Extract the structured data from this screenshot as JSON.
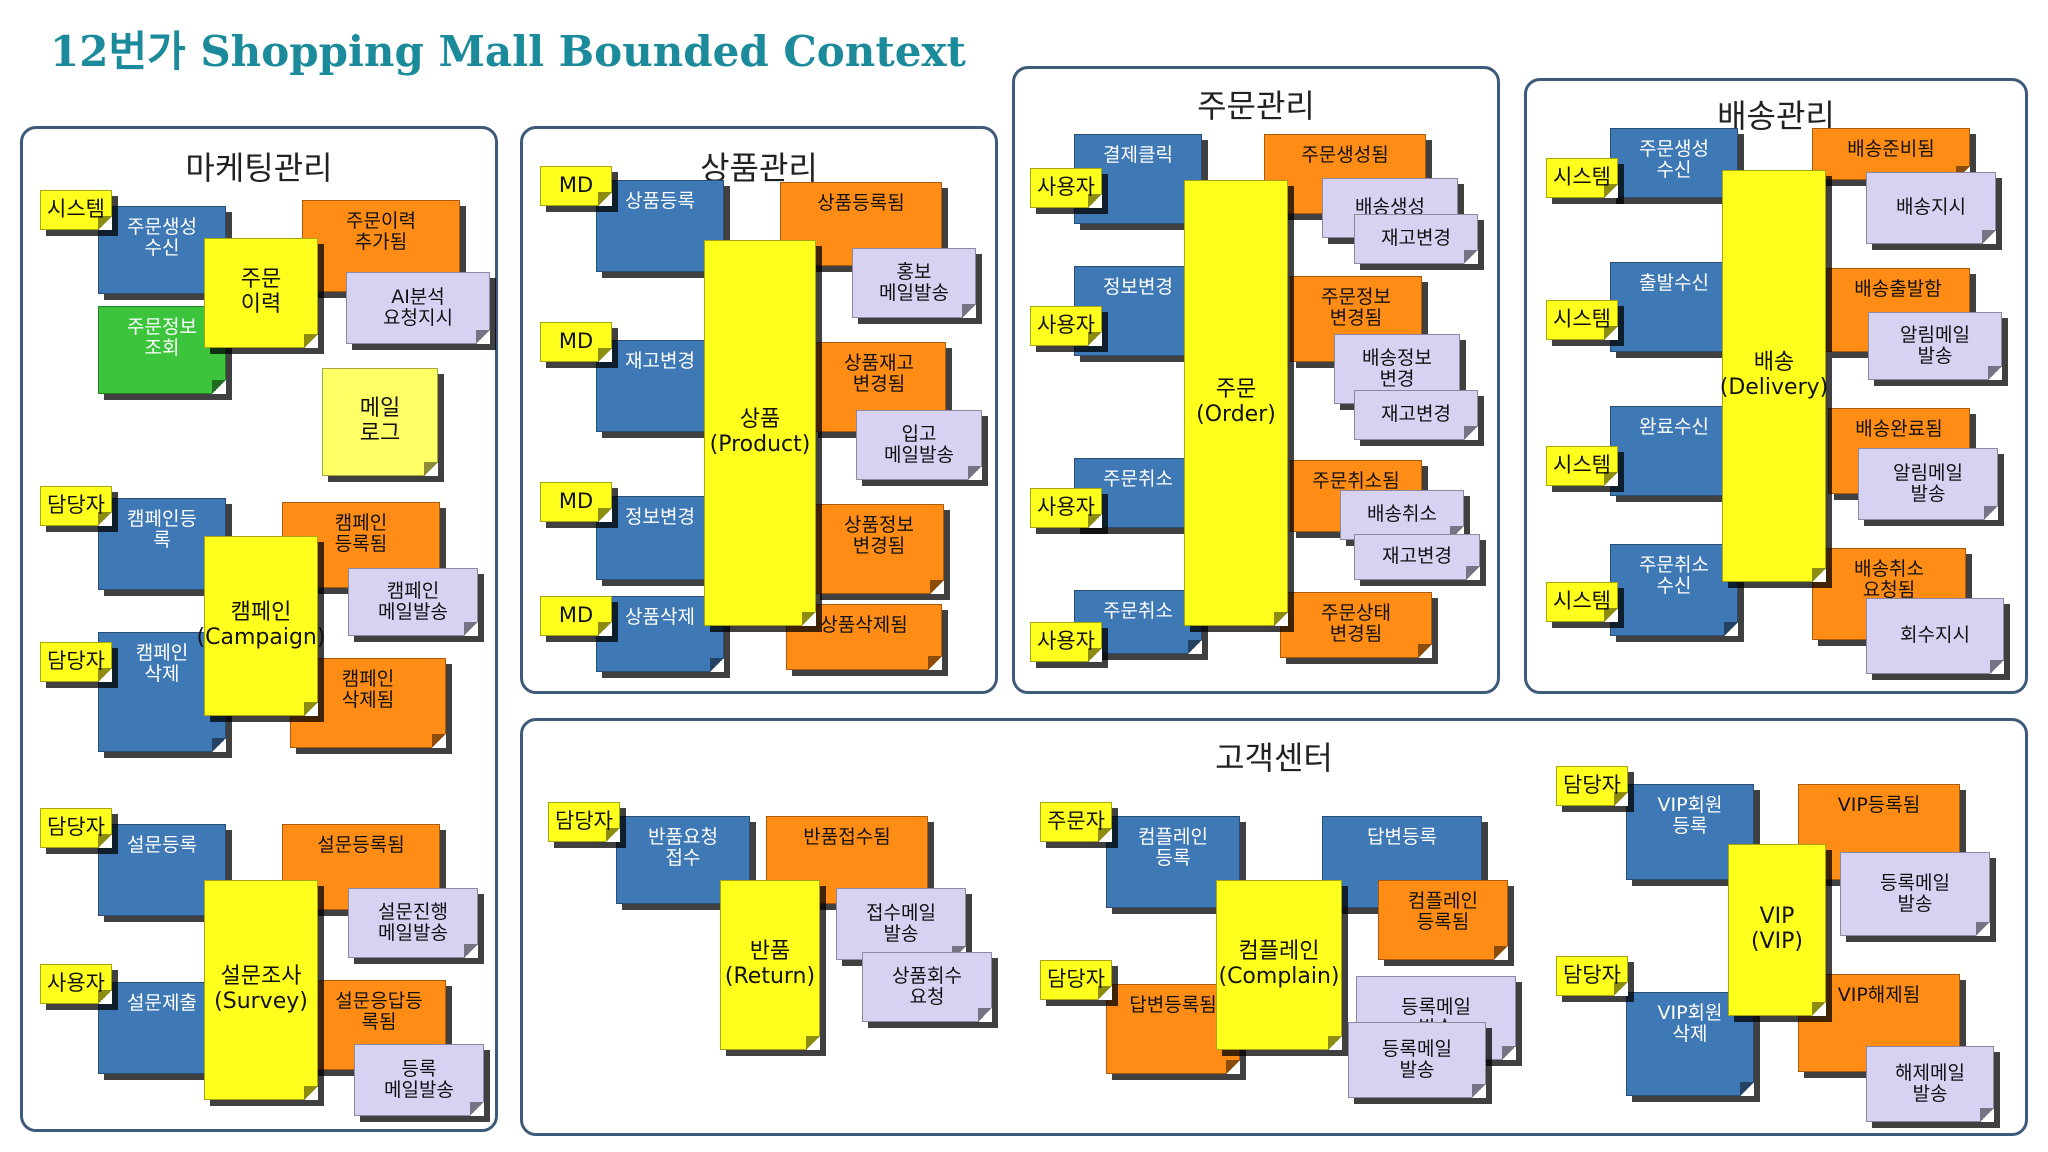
{
  "title": "12번가 Shopping Mall Bounded Context",
  "colors": {
    "command": "#3f79b5",
    "event": "#ff8c14",
    "policy": "#d8d2f2",
    "aggregate": "#ffff1e",
    "readmodel": "#3cc43c",
    "border": "#3e5a7a",
    "title": "#1b8a9b"
  },
  "contexts": [
    {
      "id": "marketing",
      "title": "마케팅관리"
    },
    {
      "id": "product",
      "title": "상품관리"
    },
    {
      "id": "order",
      "title": "주문관리"
    },
    {
      "id": "delivery",
      "title": "배송관리"
    },
    {
      "id": "customer",
      "title": "고객센터"
    }
  ],
  "notes": [
    {
      "ctx": "marketing",
      "type": "blue",
      "text": "주문생성\n수신"
    },
    {
      "ctx": "marketing",
      "type": "green",
      "text": "주문정보\n조회"
    },
    {
      "ctx": "marketing",
      "type": "orange",
      "text": "주문이력\n추가됨"
    },
    {
      "ctx": "marketing",
      "type": "purple",
      "text": "AI분석\n요청지시"
    },
    {
      "ctx": "marketing",
      "type": "yellow",
      "text": "주문\n이력"
    },
    {
      "ctx": "marketing",
      "type": "actor",
      "text": "시스템"
    },
    {
      "ctx": "marketing",
      "type": "mail",
      "text": "메일\n로그"
    },
    {
      "ctx": "marketing",
      "type": "blue",
      "text": "캠페인등\n록"
    },
    {
      "ctx": "marketing",
      "type": "blue",
      "text": "캠페인\n삭제"
    },
    {
      "ctx": "marketing",
      "type": "orange",
      "text": "캠페인\n등록됨"
    },
    {
      "ctx": "marketing",
      "type": "orange",
      "text": "캠페인\n삭제됨"
    },
    {
      "ctx": "marketing",
      "type": "purple",
      "text": "캠페인\n메일발송"
    },
    {
      "ctx": "marketing",
      "type": "yellow",
      "text": "캠페인\n(Campaign)"
    },
    {
      "ctx": "marketing",
      "type": "actor",
      "text": "담당자"
    },
    {
      "ctx": "marketing",
      "type": "actor",
      "text": "담당자"
    },
    {
      "ctx": "marketing",
      "type": "blue",
      "text": "설문등록"
    },
    {
      "ctx": "marketing",
      "type": "blue",
      "text": "설문제출"
    },
    {
      "ctx": "marketing",
      "type": "orange",
      "text": "설문등록됨"
    },
    {
      "ctx": "marketing",
      "type": "orange",
      "text": "설문응답등\n록됨"
    },
    {
      "ctx": "marketing",
      "type": "purple",
      "text": "설문진행\n메일발송"
    },
    {
      "ctx": "marketing",
      "type": "purple",
      "text": "등록\n메일발송"
    },
    {
      "ctx": "marketing",
      "type": "yellow",
      "text": "설문조사\n(Survey)"
    },
    {
      "ctx": "marketing",
      "type": "actor",
      "text": "담당자"
    },
    {
      "ctx": "marketing",
      "type": "actor",
      "text": "사용자"
    },
    {
      "ctx": "product",
      "type": "blue",
      "text": "상품등록"
    },
    {
      "ctx": "product",
      "type": "blue",
      "text": "재고변경"
    },
    {
      "ctx": "product",
      "type": "blue",
      "text": "정보변경"
    },
    {
      "ctx": "product",
      "type": "blue",
      "text": "상품삭제"
    },
    {
      "ctx": "product",
      "type": "orange",
      "text": "상품등록됨"
    },
    {
      "ctx": "product",
      "type": "orange",
      "text": "상품재고\n변경됨"
    },
    {
      "ctx": "product",
      "type": "orange",
      "text": "상품정보\n변경됨"
    },
    {
      "ctx": "product",
      "type": "orange",
      "text": "상품삭제됨"
    },
    {
      "ctx": "product",
      "type": "purple",
      "text": "홍보\n메일발송"
    },
    {
      "ctx": "product",
      "type": "purple",
      "text": "입고\n메일발송"
    },
    {
      "ctx": "product",
      "type": "yellow",
      "text": "상품\n(Product)"
    },
    {
      "ctx": "product",
      "type": "actor",
      "text": "MD"
    },
    {
      "ctx": "product",
      "type": "actor",
      "text": "MD"
    },
    {
      "ctx": "product",
      "type": "actor",
      "text": "MD"
    },
    {
      "ctx": "product",
      "type": "actor",
      "text": "MD"
    },
    {
      "ctx": "order",
      "type": "blue",
      "text": "결제클릭"
    },
    {
      "ctx": "order",
      "type": "blue",
      "text": "정보변경"
    },
    {
      "ctx": "order",
      "type": "blue",
      "text": "주문취소"
    },
    {
      "ctx": "order",
      "type": "blue",
      "text": "주문취소"
    },
    {
      "ctx": "order",
      "type": "orange",
      "text": "주문생성됨"
    },
    {
      "ctx": "order",
      "type": "orange",
      "text": "주문정보\n변경됨"
    },
    {
      "ctx": "order",
      "type": "orange",
      "text": "주문취소됨"
    },
    {
      "ctx": "order",
      "type": "orange",
      "text": "주문상태\n변경됨"
    },
    {
      "ctx": "order",
      "type": "purple",
      "text": "배송생성"
    },
    {
      "ctx": "order",
      "type": "purple",
      "text": "재고변경"
    },
    {
      "ctx": "order",
      "type": "purple",
      "text": "배송정보\n변경"
    },
    {
      "ctx": "order",
      "type": "purple",
      "text": "재고변경"
    },
    {
      "ctx": "order",
      "type": "purple",
      "text": "배송취소"
    },
    {
      "ctx": "order",
      "type": "purple",
      "text": "재고변경"
    },
    {
      "ctx": "order",
      "type": "yellow",
      "text": "주문\n(Order)"
    },
    {
      "ctx": "order",
      "type": "actor",
      "text": "사용자"
    },
    {
      "ctx": "order",
      "type": "actor",
      "text": "사용자"
    },
    {
      "ctx": "order",
      "type": "actor",
      "text": "사용자"
    },
    {
      "ctx": "order",
      "type": "actor",
      "text": "사용자"
    },
    {
      "ctx": "delivery",
      "type": "blue",
      "text": "주문생성\n수신"
    },
    {
      "ctx": "delivery",
      "type": "blue",
      "text": "출발수신"
    },
    {
      "ctx": "delivery",
      "type": "blue",
      "text": "완료수신"
    },
    {
      "ctx": "delivery",
      "type": "blue",
      "text": "주문취소\n수신"
    },
    {
      "ctx": "delivery",
      "type": "orange",
      "text": "배송준비됨"
    },
    {
      "ctx": "delivery",
      "type": "orange",
      "text": "배송출발함"
    },
    {
      "ctx": "delivery",
      "type": "orange",
      "text": "배송완료됨"
    },
    {
      "ctx": "delivery",
      "type": "orange",
      "text": "배송취소\n요청됨"
    },
    {
      "ctx": "delivery",
      "type": "purple",
      "text": "배송지시"
    },
    {
      "ctx": "delivery",
      "type": "purple",
      "text": "알림메일\n발송"
    },
    {
      "ctx": "delivery",
      "type": "purple",
      "text": "알림메일\n발송"
    },
    {
      "ctx": "delivery",
      "type": "purple",
      "text": "회수지시"
    },
    {
      "ctx": "delivery",
      "type": "yellow",
      "text": "배송\n(Delivery)"
    },
    {
      "ctx": "delivery",
      "type": "actor",
      "text": "시스템"
    },
    {
      "ctx": "delivery",
      "type": "actor",
      "text": "시스템"
    },
    {
      "ctx": "delivery",
      "type": "actor",
      "text": "시스템"
    },
    {
      "ctx": "delivery",
      "type": "actor",
      "text": "시스템"
    },
    {
      "ctx": "customer",
      "type": "blue",
      "text": "반품요청\n접수"
    },
    {
      "ctx": "customer",
      "type": "orange",
      "text": "반품접수됨"
    },
    {
      "ctx": "customer",
      "type": "purple",
      "text": "접수메일\n발송"
    },
    {
      "ctx": "customer",
      "type": "purple",
      "text": "상품회수\n요청"
    },
    {
      "ctx": "customer",
      "type": "yellow",
      "text": "반품\n(Return)"
    },
    {
      "ctx": "customer",
      "type": "actor",
      "text": "담당자"
    },
    {
      "ctx": "customer",
      "type": "blue",
      "text": "컴플레인\n등록"
    },
    {
      "ctx": "customer",
      "type": "blue",
      "text": "답변등록"
    },
    {
      "ctx": "customer",
      "type": "orange",
      "text": "컴플레인\n등록됨"
    },
    {
      "ctx": "customer",
      "type": "orange",
      "text": "답변등록됨"
    },
    {
      "ctx": "customer",
      "type": "purple",
      "text": "등록메일\n발송"
    },
    {
      "ctx": "customer",
      "type": "purple",
      "text": "등록메일\n발송"
    },
    {
      "ctx": "customer",
      "type": "yellow",
      "text": "컴플레인\n(Complain)"
    },
    {
      "ctx": "customer",
      "type": "actor",
      "text": "주문자"
    },
    {
      "ctx": "customer",
      "type": "actor",
      "text": "담당자"
    },
    {
      "ctx": "customer",
      "type": "blue",
      "text": "VIP회원\n등록"
    },
    {
      "ctx": "customer",
      "type": "blue",
      "text": "VIP회원\n삭제"
    },
    {
      "ctx": "customer",
      "type": "orange",
      "text": "VIP등록됨"
    },
    {
      "ctx": "customer",
      "type": "orange",
      "text": "VIP해제됨"
    },
    {
      "ctx": "customer",
      "type": "purple",
      "text": "등록메일\n발송"
    },
    {
      "ctx": "customer",
      "type": "purple",
      "text": "해제메일\n발송"
    },
    {
      "ctx": "customer",
      "type": "yellow",
      "text": "VIP\n(VIP)"
    },
    {
      "ctx": "customer",
      "type": "actor",
      "text": "담당자"
    },
    {
      "ctx": "customer",
      "type": "actor",
      "text": "담당자"
    }
  ]
}
